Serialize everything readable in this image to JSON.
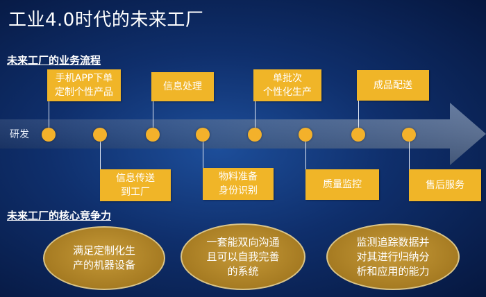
{
  "title": "工业4.0时代的未来工厂",
  "process_heading": "未来工厂的业务流程",
  "start_label": "研发",
  "top_steps": [
    {
      "label": "手机APP下单\n定制个性产品"
    },
    {
      "label": "信息处理"
    },
    {
      "label": "单批次\n个性化生产"
    },
    {
      "label": "成品配送"
    }
  ],
  "bottom_steps": [
    {
      "label": "信息传送\n到工厂"
    },
    {
      "label": "物料准备\n身份识别"
    },
    {
      "label": "质量监控"
    },
    {
      "label": "售后服务"
    }
  ],
  "core_heading": "未来工厂的核心竞争力",
  "capabilities": [
    {
      "label": "满足定制化生\n产的机器设备"
    },
    {
      "label": "一套能双向沟通\n且可以自我完善\n的系统"
    },
    {
      "label": "监测追踪数据并\n对其进行归纳分\n析和应用的能力"
    }
  ],
  "colors": {
    "accent": "#f0b528",
    "background": "#0f2f6c"
  }
}
